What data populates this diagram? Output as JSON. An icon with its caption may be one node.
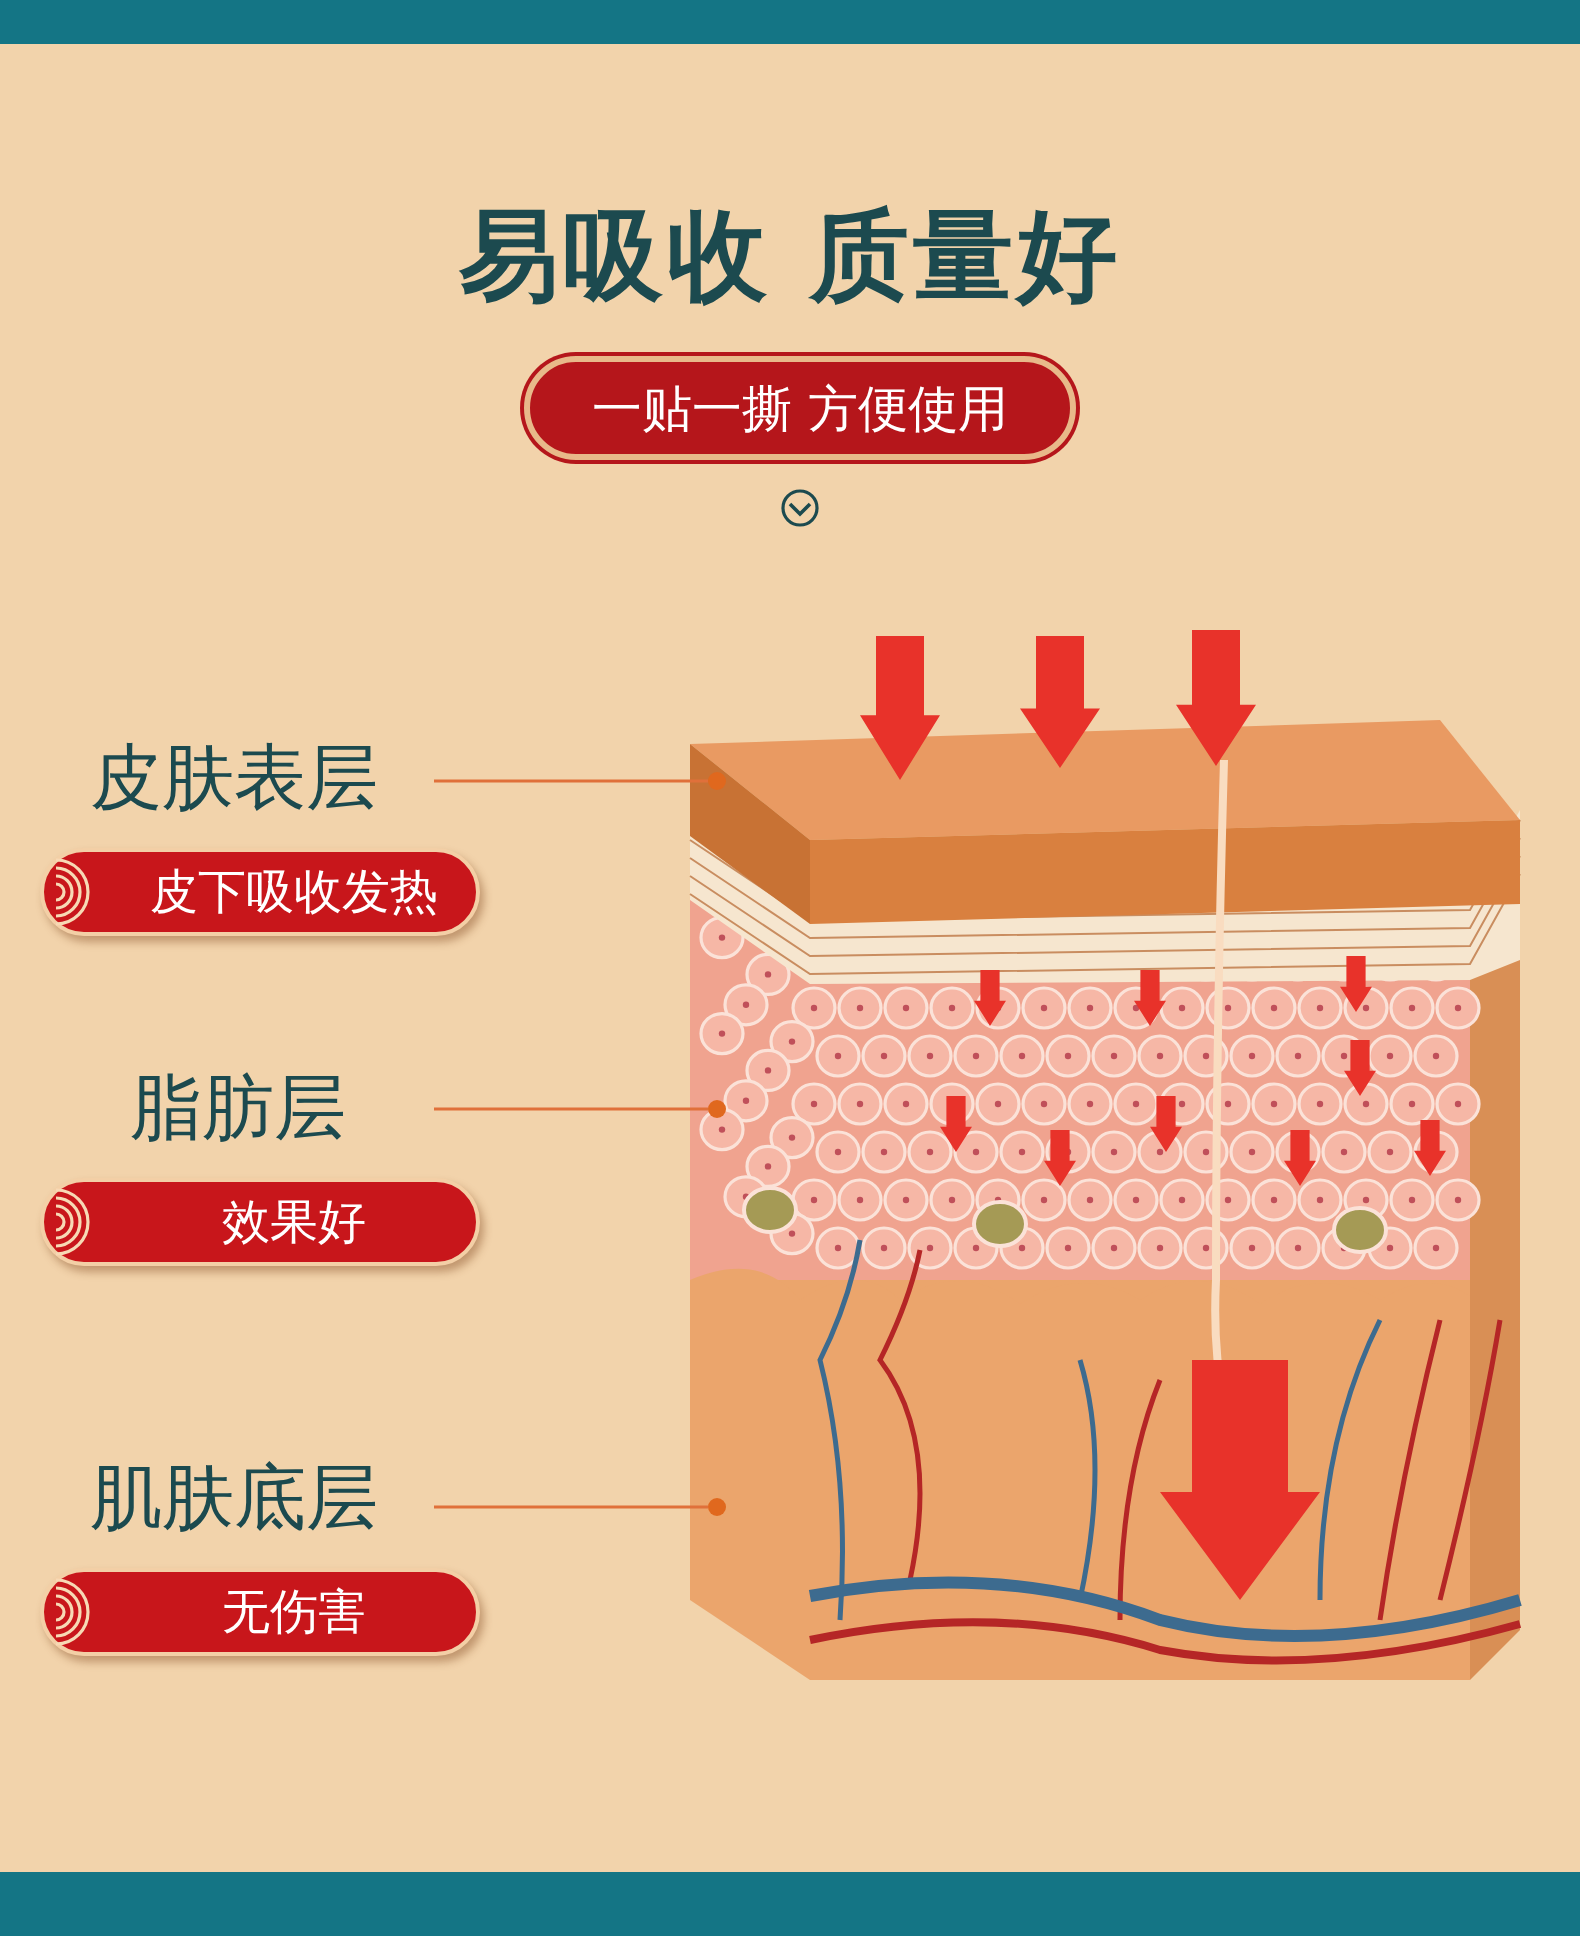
{
  "diagram": {
    "title": "易吸收 质量好",
    "nodes": [
      {
        "text": [
          "一贴一撕 方便使用"
        ]
      },
      {
        "text": [
          "皮肤表层"
        ]
      },
      {
        "text": [
          "皮下吸收发热"
        ]
      },
      {
        "text": [
          "脂肪层"
        ]
      },
      {
        "text": [
          "效果好"
        ]
      },
      {
        "text": [
          "肌肤底层"
        ]
      },
      {
        "text": [
          "无伤害"
        ]
      },
      {
        "text": [],
        "shape": "circle"
      },
      {
        "text": [],
        "shape": "circle"
      },
      {
        "text": [],
        "shape": "circle"
      }
    ],
    "edges": [
      {
        "from": 1,
        "to": 7,
        "arrow": "none"
      },
      {
        "from": 3,
        "to": 8,
        "arrow": "none"
      },
      {
        "from": 5,
        "to": 9,
        "arrow": "none"
      }
    ]
  }
}
